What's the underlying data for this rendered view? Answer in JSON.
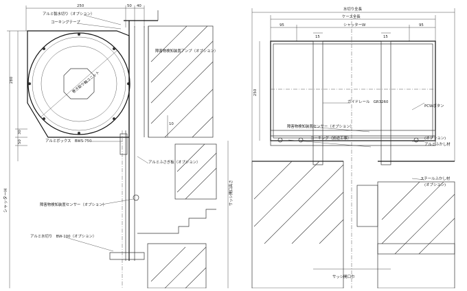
{
  "left_view": {
    "dims": {
      "top_width": "250",
      "top_small1": "50",
      "top_small2": "40",
      "left_height": "280",
      "left_lower1": "50",
      "left_lower2": "30",
      "right_small": "10",
      "shutter_h": "シャッターH",
      "sash_opening_h": "サッシ開口高さ"
    },
    "labels": {
      "drip": "アルミ製水切り（オプション）",
      "caulking": "コーキングテープ",
      "amp": "障害物検知装置アンプ（オプション）",
      "spring": "巻き取り軸ユニット",
      "box": "アルミボックス　BWS-750",
      "cover": "アルミふさぎ板（オプション）",
      "sensor": "障害物検知装置センサー（オプション）",
      "bottom_drip": "アルミ水切り　BW-100（オプション）"
    }
  },
  "right_view": {
    "dims": {
      "drip_total": "水切り全長",
      "case_total": "ケース全長",
      "shutter_w": "シャッターW",
      "left_margin": "95",
      "right_margin": "95",
      "gap_a": "15",
      "gap_b": "15",
      "vertical": "250",
      "sash_opening_w": "サッシ開口巾"
    },
    "labels": {
      "guide_rail": "ガイドレール　GR3260",
      "button": "PCWボタン",
      "sensor": "障害物検知装置センサー（オプション）",
      "caulking": "コーキング（別途工事）",
      "opt1": "(オプション)",
      "opt1b": "アルミふかし材",
      "steel": "スチールふかし材",
      "opt2": "(オプション)"
    }
  }
}
